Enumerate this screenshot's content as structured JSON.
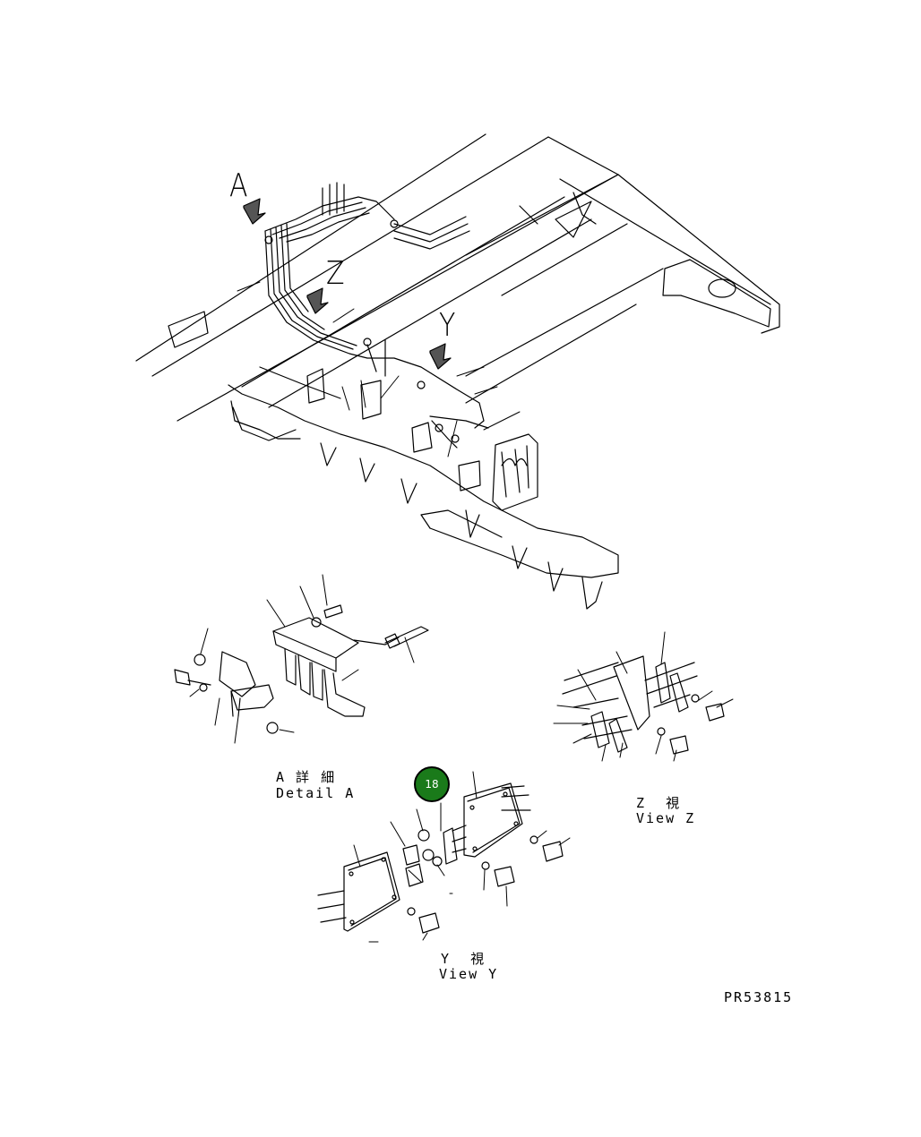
{
  "callouts": {
    "a": "A",
    "z": "Z",
    "y": "Y"
  },
  "views": {
    "detail_a_jp": "A 詳 細",
    "detail_a_en": "Detail A",
    "view_z_jp": "Z  視",
    "view_z_en": "View Z",
    "view_y_jp": "Y  視",
    "view_y_en": "View Y"
  },
  "drawing_number": "PR53815",
  "hotspot": {
    "label": "18",
    "color": "#1a7a1a"
  }
}
